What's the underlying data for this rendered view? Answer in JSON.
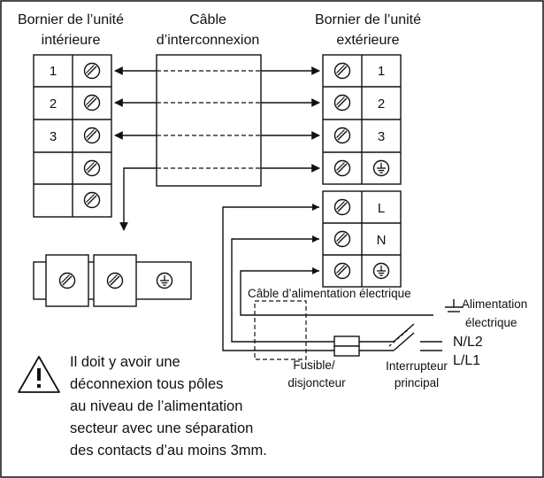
{
  "labels": {
    "indoor_terminal_line1": "Bornier de l’unité",
    "indoor_terminal_line2": "intérieure",
    "cable_line1": "Câble",
    "cable_line2": "d’interconnexion",
    "outdoor_terminal_line1": "Bornier de l’unité",
    "outdoor_terminal_line2": "extérieure",
    "power_cable": "Câble d’alimentation électrique",
    "power_supply_line1": "Alimentation",
    "power_supply_line2": "électrique",
    "nl2": "N/L2",
    "ll1": "L/L1",
    "fuse_line1": "Fusible/",
    "fuse_line2": "disjoncteur",
    "switch_line1": "Interrupteur",
    "switch_line2": "principal"
  },
  "indoor_terminals": [
    "1",
    "2",
    "3",
    "",
    ""
  ],
  "outdoor_terminals": [
    "1",
    "2",
    "3"
  ],
  "power_terminals": [
    "L",
    "N"
  ],
  "warning_lines": [
    "Il doit y avoir une",
    "déconnexion tous pôles",
    "au niveau de l’alimentation",
    "secteur avec une séparation",
    "des contacts d’au moins 3mm."
  ],
  "icons": {
    "screw": "screw-icon",
    "ground": "ground-icon",
    "warning": "warning-triangle-icon"
  }
}
